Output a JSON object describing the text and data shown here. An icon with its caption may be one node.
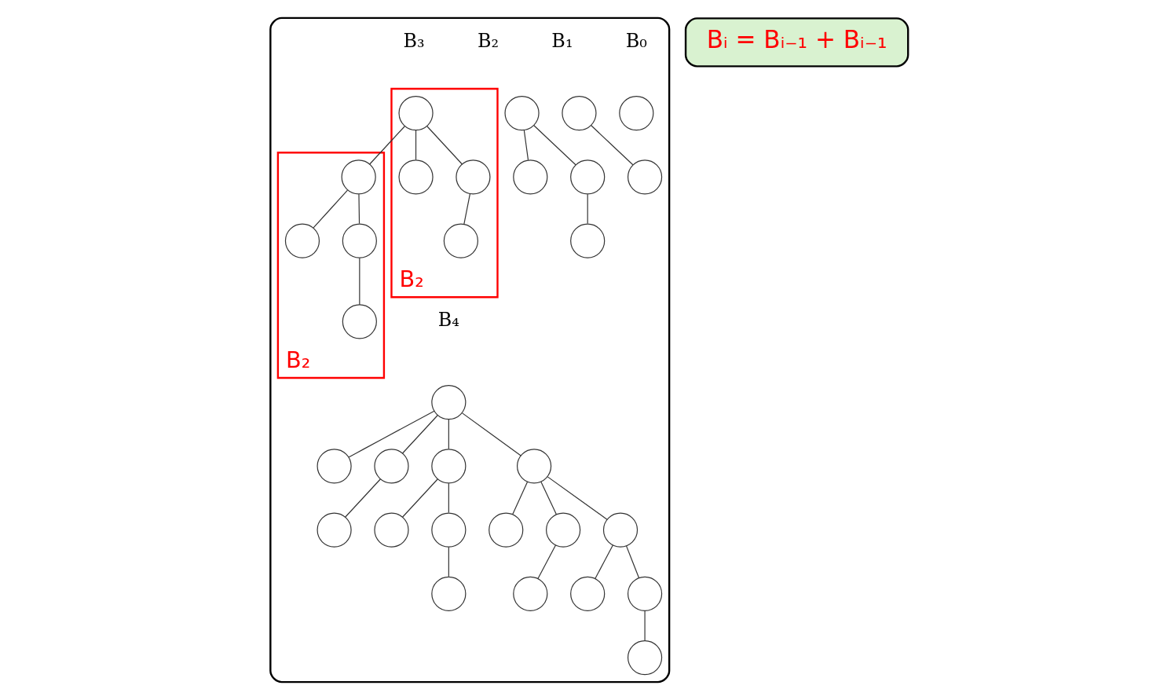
{
  "diagram": {
    "nodes": [
      {
        "text": [],
        "shape": "box"
      },
      {
        "text": [
          "Bᵢ = Bᵢ₋₁ + Bᵢ₋₁"
        ]
      },
      {
        "text": [],
        "shape": "circle",
        "in": 0
      },
      {
        "text": [],
        "shape": "circle",
        "in": 0
      },
      {
        "text": [],
        "shape": "circle",
        "in": 0
      },
      {
        "text": [],
        "shape": "circle",
        "in": 0
      },
      {
        "text": [],
        "shape": "circle",
        "in": 0
      },
      {
        "text": [],
        "shape": "circle",
        "in": 0
      },
      {
        "text": [],
        "shape": "circle",
        "in": 0
      },
      {
        "text": [
          "B₂"
        ],
        "in": 0
      },
      {
        "text": [],
        "shape": "circle",
        "in": 9
      },
      {
        "text": [],
        "shape": "circle",
        "in": 9
      },
      {
        "text": [],
        "shape": "circle",
        "in": 9
      },
      {
        "text": [],
        "shape": "circle",
        "in": 9
      },
      {
        "text": [
          "B₂"
        ],
        "in": 0
      },
      {
        "text": [],
        "shape": "circle",
        "in": 14
      },
      {
        "text": [],
        "shape": "circle",
        "in": 14
      },
      {
        "text": [],
        "shape": "circle",
        "in": 14
      },
      {
        "text": [],
        "shape": "circle",
        "in": 14
      },
      {
        "text": [],
        "shape": "circle",
        "in": 0
      },
      {
        "text": [],
        "shape": "circle",
        "in": 0
      },
      {
        "text": [],
        "shape": "circle",
        "in": 0
      },
      {
        "text": [],
        "shape": "circle",
        "in": 0
      },
      {
        "text": [],
        "shape": "circle",
        "in": 0
      },
      {
        "text": [],
        "shape": "circle",
        "in": 0
      },
      {
        "text": [],
        "shape": "circle",
        "in": 0
      },
      {
        "text": [],
        "shape": "circle",
        "in": 0
      },
      {
        "text": [],
        "shape": "circle",
        "in": 0
      },
      {
        "text": [],
        "shape": "circle",
        "in": 0
      },
      {
        "text": [],
        "shape": "circle",
        "in": 0
      },
      {
        "text": [],
        "shape": "circle",
        "in": 0
      },
      {
        "text": [],
        "shape": "circle",
        "in": 0
      },
      {
        "text": [],
        "shape": "circle",
        "in": 0
      },
      {
        "text": [],
        "shape": "circle",
        "in": 0
      },
      {
        "text": [],
        "shape": "circle",
        "in": 0
      }
    ],
    "edges": [
      {
        "from": 3,
        "to": 4,
        "arrow": "none"
      },
      {
        "from": 5,
        "to": 6,
        "arrow": "none"
      },
      {
        "from": 5,
        "to": 7,
        "arrow": "none"
      },
      {
        "from": 7,
        "to": 8,
        "arrow": "none"
      },
      {
        "from": 10,
        "to": 11,
        "arrow": "none"
      },
      {
        "from": 10,
        "to": 12,
        "arrow": "none"
      },
      {
        "from": 12,
        "to": 13,
        "arrow": "none"
      },
      {
        "from": 10,
        "to": 15,
        "arrow": "none"
      },
      {
        "from": 15,
        "to": 16,
        "arrow": "none"
      },
      {
        "from": 15,
        "to": 17,
        "arrow": "none"
      },
      {
        "from": 17,
        "to": 18,
        "arrow": "none"
      },
      {
        "from": 19,
        "to": 20,
        "arrow": "none"
      },
      {
        "from": 19,
        "to": 21,
        "arrow": "none"
      },
      {
        "from": 21,
        "to": 22,
        "arrow": "none"
      },
      {
        "from": 19,
        "to": 23,
        "arrow": "none"
      },
      {
        "from": 23,
        "to": 24,
        "arrow": "none"
      },
      {
        "from": 23,
        "to": 25,
        "arrow": "none"
      },
      {
        "from": 25,
        "to": 26,
        "arrow": "none"
      },
      {
        "from": 19,
        "to": 27,
        "arrow": "none"
      },
      {
        "from": 27,
        "to": 28,
        "arrow": "none"
      },
      {
        "from": 27,
        "to": 29,
        "arrow": "none"
      },
      {
        "from": 29,
        "to": 30,
        "arrow": "none"
      },
      {
        "from": 27,
        "to": 31,
        "arrow": "none"
      },
      {
        "from": 31,
        "to": 32,
        "arrow": "none"
      },
      {
        "from": 31,
        "to": 33,
        "arrow": "none"
      },
      {
        "from": 33,
        "to": 34,
        "arrow": "none"
      }
    ],
    "labels": [
      "B₀",
      "B₁",
      "B₂",
      "B₃",
      "B₄"
    ]
  }
}
